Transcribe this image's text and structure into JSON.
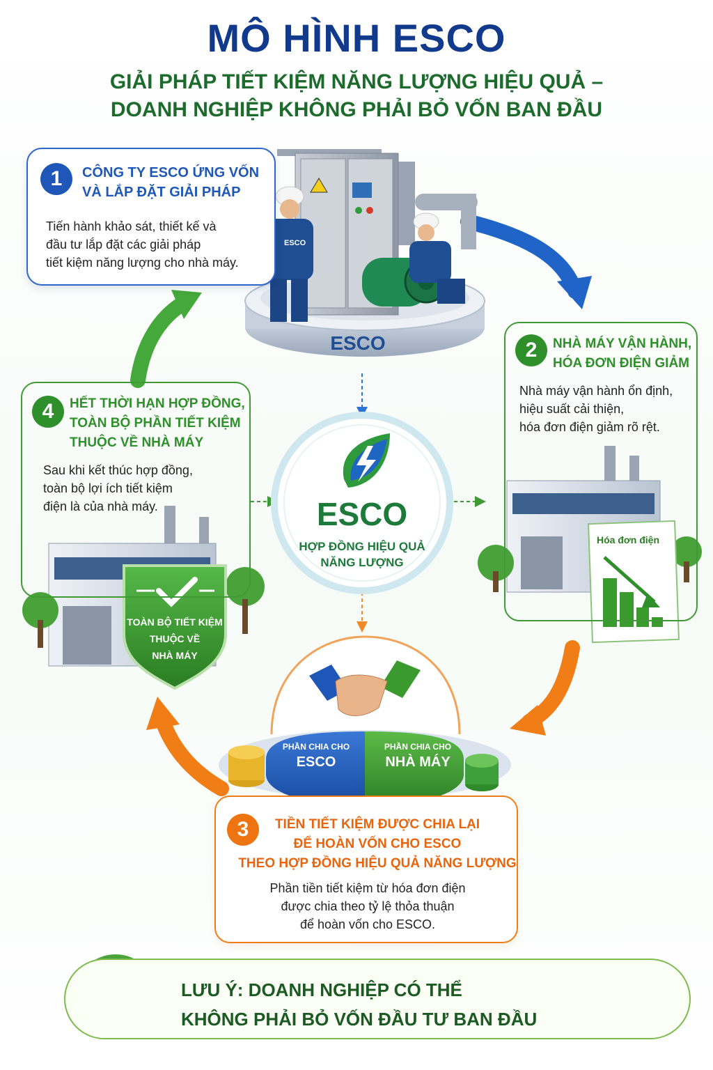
{
  "header": {
    "title": "MÔ HÌNH ESCO",
    "subtitle_line1": "GIẢI PHÁP TIẾT KIỆM NĂNG LƯỢNG HIỆU QUẢ –",
    "subtitle_line2": "DOANH NGHIỆP KHÔNG PHẢI BỎ VỐN BAN ĐẦU"
  },
  "steps": [
    {
      "number": "1",
      "title_line1": "CÔNG TY ESCO ỨNG VỐN",
      "title_line2": "VÀ LẮP ĐẶT GIẢI PHÁP",
      "text_line1": "Tiến hành khảo sát, thiết kế và",
      "text_line2": "đầu tư lắp đặt các giải pháp",
      "text_line3": "tiết kiệm năng lượng cho nhà máy."
    },
    {
      "number": "2",
      "title_line1": "NHÀ MÁY VẬN HÀNH,",
      "title_line2": "HÓA ĐƠN ĐIỆN GIẢM",
      "text_line1": "Nhà máy vận hành ổn định,",
      "text_line2": "hiệu suất cải thiện,",
      "text_line3": "hóa đơn điện giảm rõ rệt."
    },
    {
      "number": "3",
      "title_line1": "TIỀN TIẾT KIỆM ĐƯỢC CHIA LẠI",
      "title_line2": "ĐỂ HOÀN VỐN CHO ESCO",
      "title_line3": "THEO HỢP ĐỒNG HIỆU QUẢ NĂNG LƯỢNG",
      "text_line1": "Phần tiền tiết kiệm từ hóa đơn điện",
      "text_line2": "được chia theo tỷ lệ thỏa thuận",
      "text_line3": "để hoàn vốn cho ESCO."
    },
    {
      "number": "4",
      "title_line1": "HẾT THỜI HẠN HỢP ĐỒNG,",
      "title_line2": "TOÀN BỘ PHẦN TIẾT KIỆM",
      "title_line3": "THUỘC VỀ NHÀ MÁY",
      "text_line1": "Sau khi kết thúc hợp đồng,",
      "text_line2": "toàn bộ lợi ích tiết kiệm",
      "text_line3": "điện là của nhà máy."
    }
  ],
  "esco_platform_label": "ESCO",
  "worker_vest_label": "ESCO",
  "center": {
    "label": "ESCO",
    "caption_line1": "HỢP ĐỒNG HIỆU QUẢ",
    "caption_line2": "NĂNG LƯỢNG"
  },
  "bill": {
    "label": "Hóa đơn điện"
  },
  "shield": {
    "line1": "TOÀN BỘ TIẾT KIỆM",
    "line2": "THUỘC VỀ",
    "line3": "NHÀ MÁY"
  },
  "split": {
    "esco_small": "PHẦN CHIA CHO",
    "esco_big": "ESCO",
    "factory_small": "PHẦN CHIA CHO",
    "factory_big": "NHÀ MÁY"
  },
  "note": {
    "line1": "LƯU Ý: DOANH NGHIỆP CÓ THỂ",
    "line2": "KHÔNG PHẢI BỎ VỐN ĐẦU TƯ BAN ĐẦU"
  },
  "colors": {
    "blue": "#1f57b8",
    "green": "#2f8f2a",
    "orange": "#ee7411",
    "title_blue": "#123a8c",
    "title_green": "#1d6b2c"
  },
  "icons": [
    "lightning-leaf-icon",
    "handshake-icon",
    "check-icon",
    "money-bag-icon",
    "prohibited-icon",
    "coin-stack-icon",
    "bar-chart-icon",
    "factory-icon",
    "tree-icon"
  ]
}
